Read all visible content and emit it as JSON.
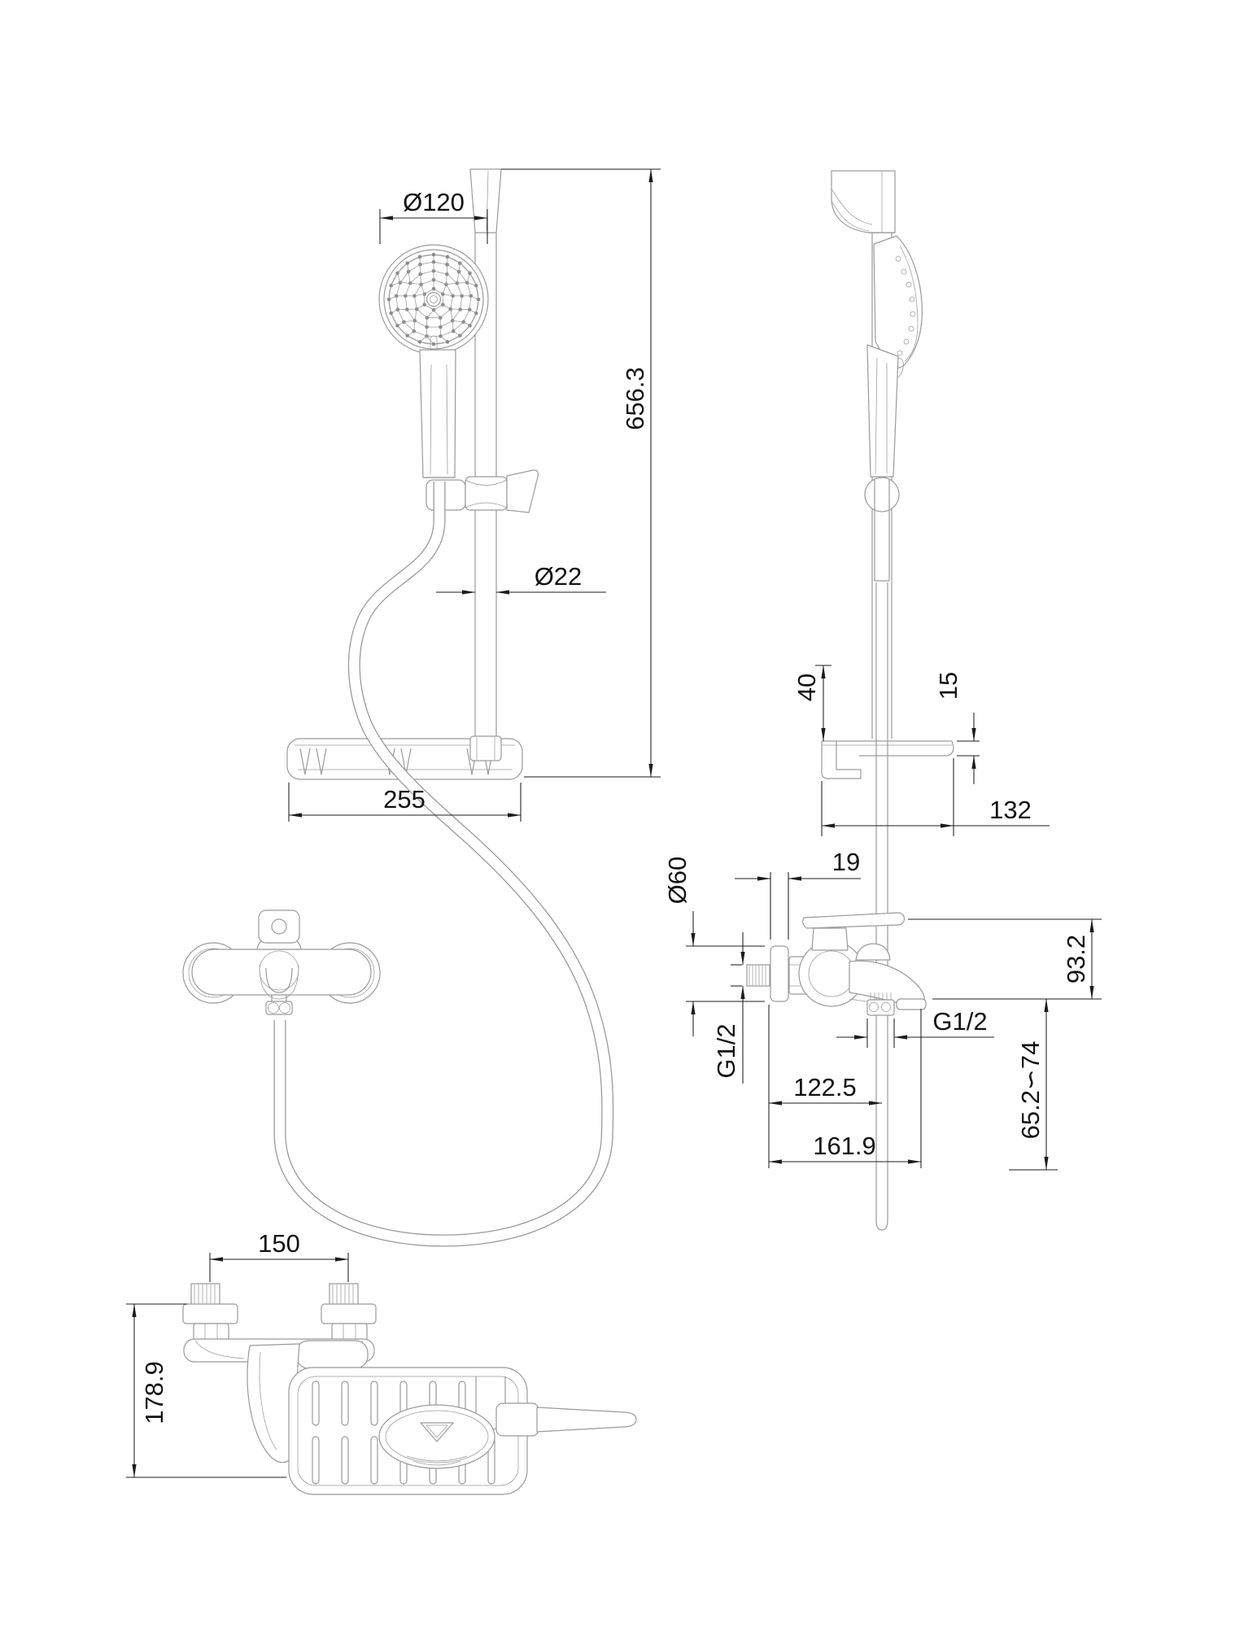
{
  "drawing": {
    "background": "#ffffff",
    "line_color": "#9a9a9a",
    "dimension_color": "#1c1c1c",
    "front_view": {
      "head_diameter": "Ø120",
      "bar_height": "656.3",
      "bar_diameter": "Ø22",
      "shelf_width": "255"
    },
    "side_view": {
      "shelf_rise": "40",
      "shelf_thickness": "15",
      "shelf_depth": "132",
      "flange_offset": "19",
      "flange_diameter": "Ø60",
      "body_height": "93.2",
      "inlet_thread": "G1/2",
      "outlet_thread": "G1/2",
      "wall_to_outlet": "122.5",
      "wall_to_spout_tip": "161.9",
      "hose_drop_range": "65.2∽74"
    },
    "top_view": {
      "inlet_spacing": "150",
      "overall_depth": "178.9"
    }
  }
}
